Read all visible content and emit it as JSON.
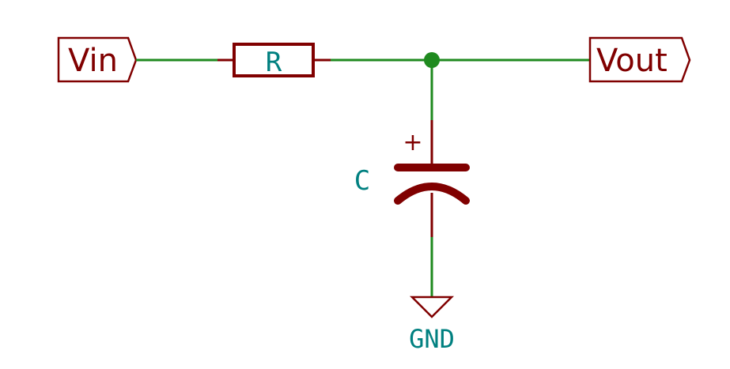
{
  "schematic": {
    "input_port": "Vin",
    "output_port": "Vout",
    "resistor": {
      "ref": "R"
    },
    "capacitor": {
      "ref": "C",
      "polarity": "+"
    },
    "ground": {
      "label": "GND"
    }
  },
  "colors": {
    "wire": "#1f8a1f",
    "component": "#800000",
    "reference_text": "#008080",
    "background": "#ffffff"
  }
}
